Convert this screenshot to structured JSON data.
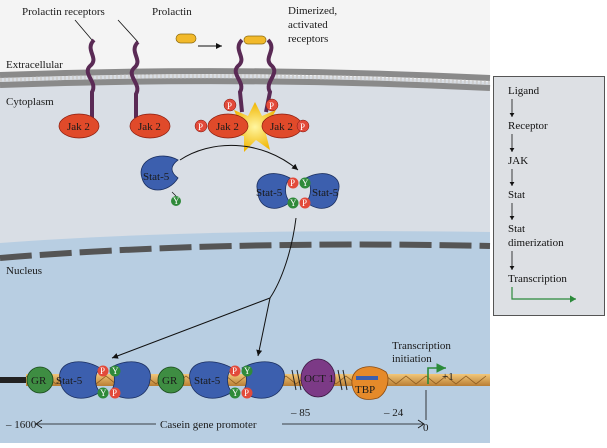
{
  "labels": {
    "prolactin_receptors": "Prolactin receptors",
    "prolactin": "Prolactin",
    "dimerized": "Dimerized,",
    "activated_receptors": "activated",
    "receptors_word": "receptors",
    "extracellular": "Extracellular",
    "cytoplasm": "Cytoplasm",
    "nucleus": "Nucleus",
    "jak2": "Jak 2",
    "stat5": "Stat-5",
    "p": "P",
    "y": "Y",
    "gr": "GR",
    "oct1": "OCT 1",
    "tbp": "TBP",
    "transcription_initiation_1": "Transcription",
    "transcription_initiation_2": "initiation",
    "plus1": "+1",
    "minus1600": "– 1600",
    "minus85": "– 85",
    "minus24": "– 24",
    "zero": "0",
    "casein_promoter": "Casein gene promoter"
  },
  "pathway": {
    "steps": [
      "Ligand",
      "Receptor",
      "JAK",
      "Stat",
      "Stat",
      "dimerization",
      "Transcription"
    ]
  },
  "colors": {
    "extracellular_bg": "#f3f3f3",
    "cytoplasm_bg": "#d8dde4",
    "nucleus_bg": "#b9cfe2",
    "receptor": "#5a2a55",
    "jak": "#e04a2a",
    "stat": "#3c5fae",
    "phospho": "#e24a3a",
    "tyrosine": "#2f8a3a",
    "gr": "#3e8d42",
    "oct1": "#7c3a86",
    "tbp": "#e58a2a",
    "dna": "#d49a4a",
    "arrow_green": "#2b8a3a"
  }
}
